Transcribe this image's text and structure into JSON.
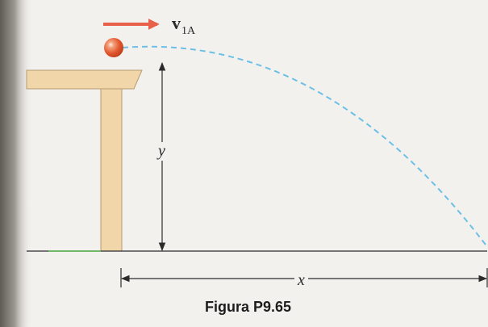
{
  "figure": {
    "velocity_label": "v",
    "velocity_subscript": "1A",
    "height_label": "y",
    "distance_label": "x",
    "caption": "Figura P9.65"
  },
  "colors": {
    "page": "#f3f1ee",
    "left_shadow": "#6f6c68",
    "table": "#f0d6a8",
    "table_outline": "#b89b72",
    "ball": "#e2562c",
    "velocity_arrow": "#e9604a",
    "trajectory": "#6cc0e6",
    "lines": "#2b2b2b",
    "ground_accent": "#56b64d"
  },
  "icons": {
    "ball": "sphere",
    "velocity_arrow": "right-arrow",
    "height_marker": "double-headed-vertical-arrow",
    "distance_marker": "double-headed-horizontal-arrow"
  }
}
